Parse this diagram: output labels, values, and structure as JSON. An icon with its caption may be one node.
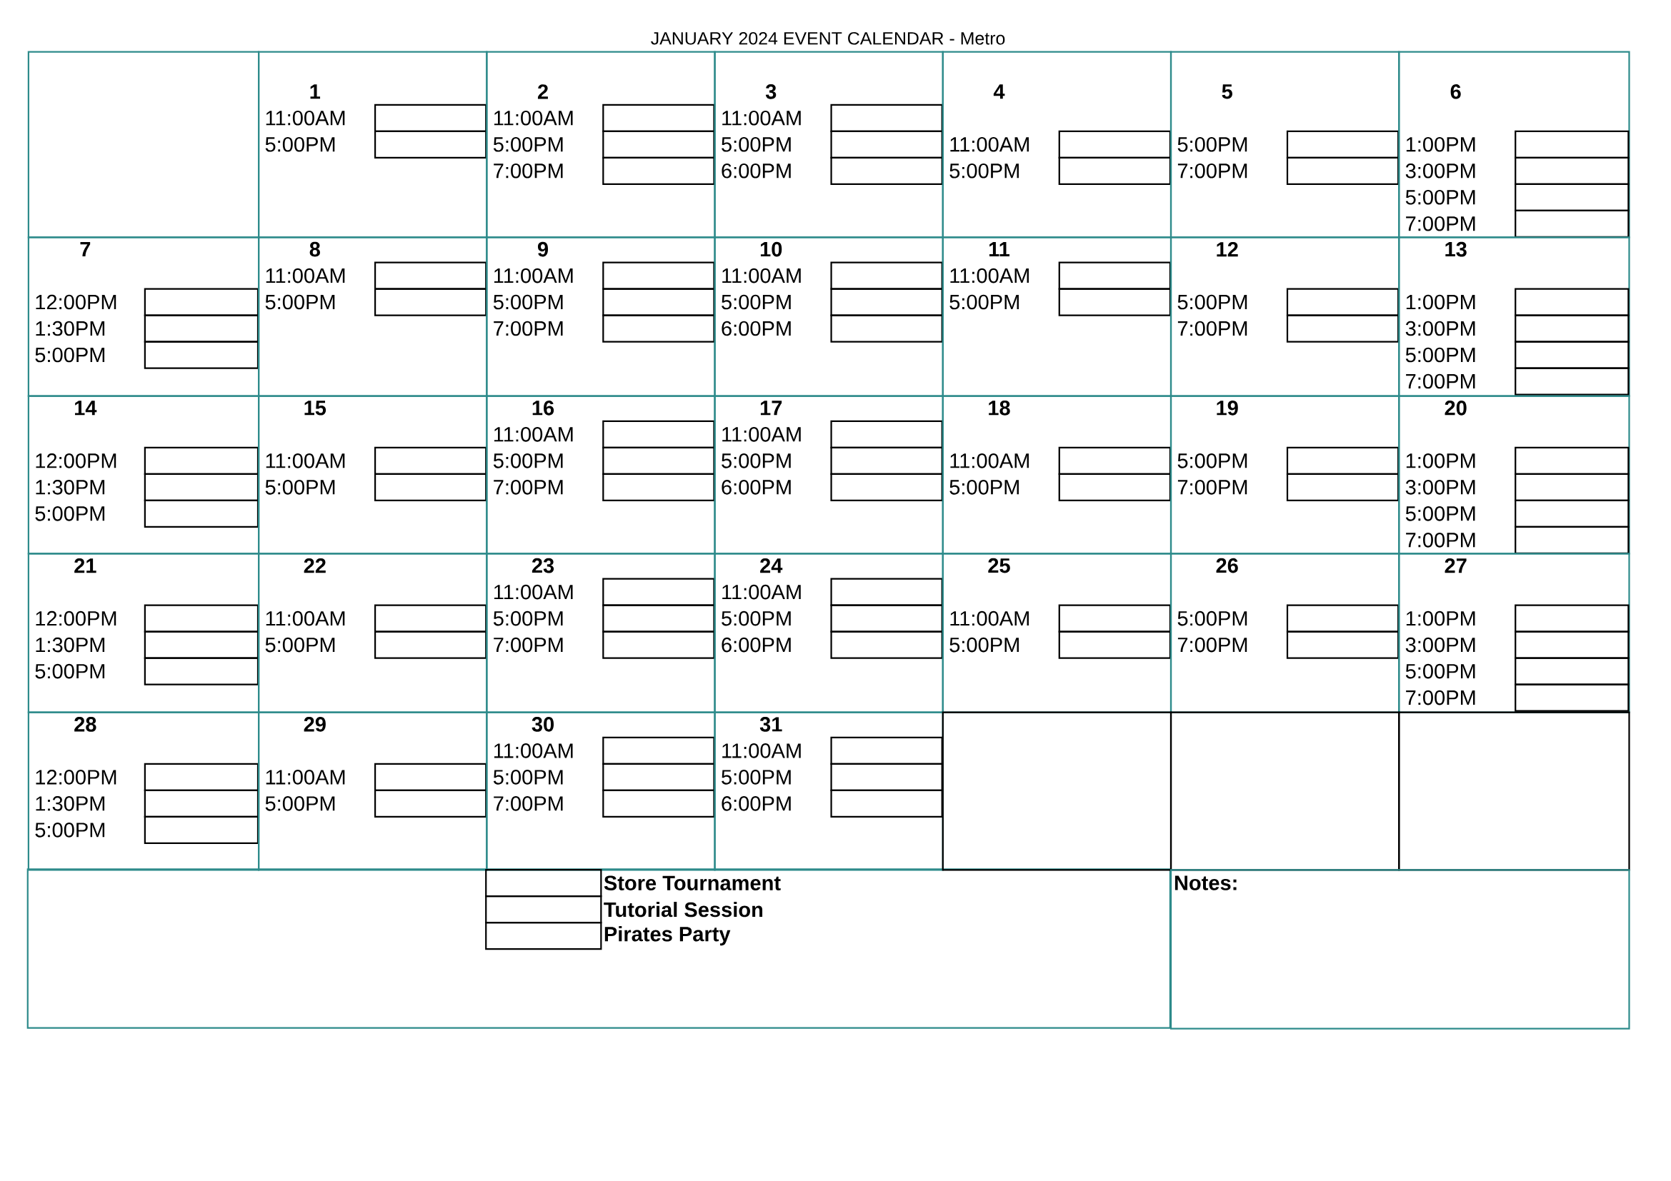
{
  "diagram": {
    "title": "JANUARY 2024 EVENT CALENDAR - Metro",
    "nodes": [
      {
        "text": [],
        "shape": "box"
      },
      {
        "text": [
          "1",
          "11:00AM",
          "5:00PM"
        ]
      },
      {
        "text": [
          "2",
          "11:00AM",
          "5:00PM",
          "7:00PM"
        ]
      },
      {
        "text": [
          "3",
          "11:00AM",
          "5:00PM",
          "6:00PM"
        ]
      },
      {
        "text": [
          "4",
          "11:00AM",
          "5:00PM"
        ]
      },
      {
        "text": [
          "5",
          "5:00PM",
          "7:00PM"
        ]
      },
      {
        "text": [
          "6",
          "1:00PM",
          "3:00PM",
          "5:00PM",
          "7:00PM"
        ]
      },
      {
        "text": [
          "7",
          "12:00PM",
          "1:30PM",
          "5:00PM"
        ]
      },
      {
        "text": [
          "8",
          "11:00AM",
          "5:00PM"
        ]
      },
      {
        "text": [
          "9",
          "11:00AM",
          "5:00PM",
          "7:00PM"
        ]
      },
      {
        "text": [
          "10",
          "11:00AM",
          "5:00PM",
          "6:00PM"
        ]
      },
      {
        "text": [
          "11",
          "11:00AM",
          "5:00PM"
        ]
      },
      {
        "text": [
          "12",
          "5:00PM",
          "7:00PM"
        ]
      },
      {
        "text": [
          "13",
          "1:00PM",
          "3:00PM",
          "5:00PM",
          "7:00PM"
        ]
      },
      {
        "text": [
          "14",
          "12:00PM",
          "1:30PM",
          "5:00PM"
        ]
      },
      {
        "text": [
          "15",
          "11:00AM",
          "5:00PM"
        ]
      },
      {
        "text": [
          "16",
          "11:00AM",
          "5:00PM",
          "7:00PM"
        ]
      },
      {
        "text": [
          "17",
          "11:00AM",
          "5:00PM",
          "6:00PM"
        ]
      },
      {
        "text": [
          "18",
          "11:00AM",
          "5:00PM"
        ]
      },
      {
        "text": [
          "19",
          "5:00PM",
          "7:00PM"
        ]
      },
      {
        "text": [
          "20",
          "1:00PM",
          "3:00PM",
          "5:00PM",
          "7:00PM"
        ]
      },
      {
        "text": [
          "21",
          "12:00PM",
          "1:30PM",
          "5:00PM"
        ]
      },
      {
        "text": [
          "22",
          "11:00AM",
          "5:00PM"
        ]
      },
      {
        "text": [
          "23",
          "11:00AM",
          "5:00PM",
          "7:00PM"
        ]
      },
      {
        "text": [
          "24",
          "11:00AM",
          "5:00PM",
          "6:00PM"
        ]
      },
      {
        "text": [
          "25",
          "11:00AM",
          "5:00PM"
        ]
      },
      {
        "text": [
          "26",
          "5:00PM",
          "7:00PM"
        ]
      },
      {
        "text": [
          "27",
          "1:00PM",
          "3:00PM",
          "5:00PM",
          "7:00PM"
        ]
      },
      {
        "text": [
          "28",
          "12:00PM",
          "1:30PM",
          "5:00PM"
        ]
      },
      {
        "text": [
          "29",
          "11:00AM",
          "5:00PM"
        ]
      },
      {
        "text": [
          "30",
          "11:00AM",
          "5:00PM",
          "7:00PM"
        ]
      },
      {
        "text": [
          "31",
          "11:00AM",
          "5:00PM",
          "6:00PM"
        ]
      },
      {
        "text": [],
        "shape": "box"
      },
      {
        "text": [],
        "shape": "box"
      },
      {
        "text": [],
        "shape": "box"
      },
      {
        "text": [
          "Notes:"
        ]
      }
    ],
    "legend": [
      {
        "text": "Store Tournament"
      },
      {
        "text": "Tutorial Session"
      },
      {
        "text": "Pirates Party"
      }
    ]
  }
}
